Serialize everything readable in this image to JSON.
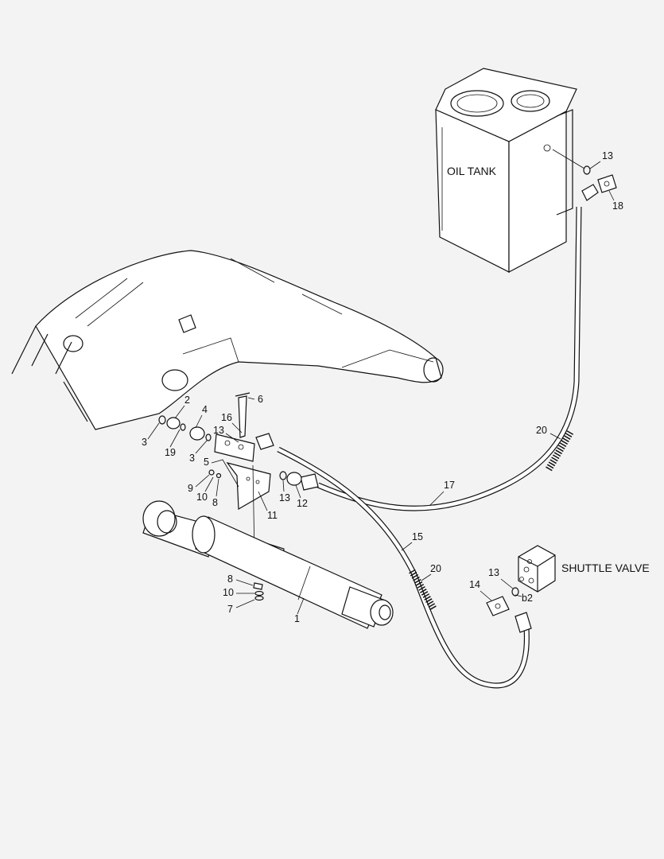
{
  "labels": {
    "oil_tank": "OIL TANK",
    "shuttle_valve": "SHUTTLE VALVE"
  },
  "callouts": {
    "c13_tank": "13",
    "c18": "18",
    "c20_upper": "20",
    "c17": "17",
    "c6": "6",
    "c2": "2",
    "c4": "4",
    "c16": "16",
    "c13_block": "13",
    "c3_left": "3",
    "c19": "19",
    "c3_mid": "3",
    "c5": "5",
    "c9_upper": "9",
    "c8_upper": "8",
    "c10_upper": "10",
    "c13_mid": "13",
    "c12": "12",
    "c11": "11",
    "c15": "15",
    "c20_lower": "20",
    "c13_valve": "13",
    "c14": "14",
    "cb2": "b2",
    "c8_lower": "8",
    "c10_lower": "10",
    "c7": "7",
    "c1": "1"
  }
}
